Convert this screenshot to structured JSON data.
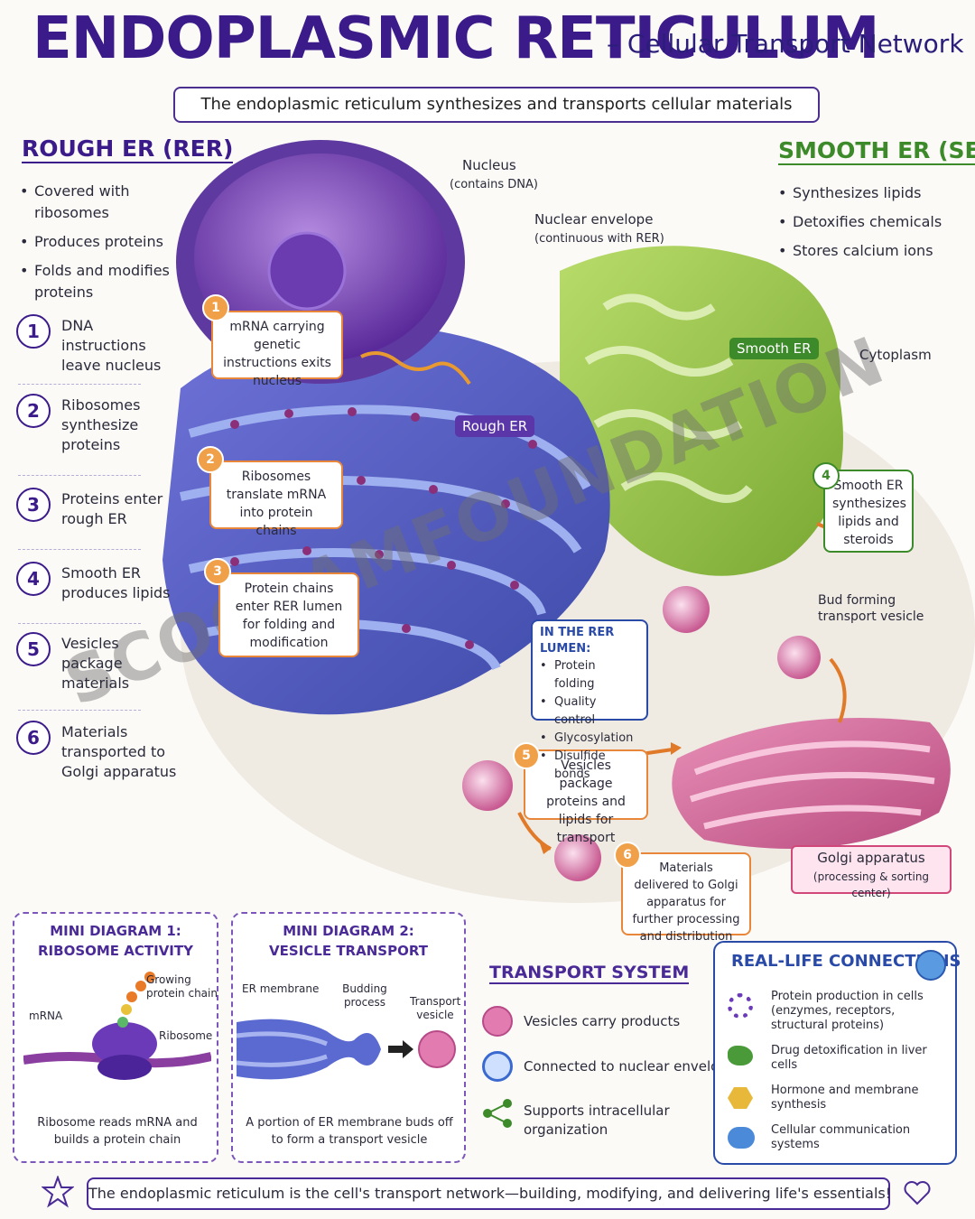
{
  "header": {
    "title": "ENDOPLASMIC RETICULUM",
    "subtitle": "– Cellular Transport Network",
    "tagline": "The endoplasmic reticulum synthesizes and transports cellular materials"
  },
  "rough_er": {
    "heading": "ROUGH ER (RER)",
    "bullets": [
      "Covered with ribosomes",
      "Produces proteins",
      "Folds and modifies proteins"
    ]
  },
  "smooth_er": {
    "heading": "SMOOTH ER (SER)",
    "bullets": [
      "Synthesizes lipids",
      "Detoxifies chemicals",
      "Stores calcium ions"
    ]
  },
  "steps": [
    {
      "num": "1",
      "text": "DNA instructions leave nucleus"
    },
    {
      "num": "2",
      "text": "Ribosomes synthesize proteins"
    },
    {
      "num": "3",
      "text": "Proteins enter rough ER"
    },
    {
      "num": "4",
      "text": "Smooth ER produces lipids"
    },
    {
      "num": "5",
      "text": "Vesicles package materials"
    },
    {
      "num": "6",
      "text": "Materials transported to Golgi apparatus"
    }
  ],
  "labels": {
    "nucleus": "Nucleus",
    "nucleus_sub": "(contains DNA)",
    "envelope": "Nuclear envelope",
    "envelope_sub": "(continuous with RER)",
    "smooth_er_tag": "Smooth ER",
    "rough_er_tag": "Rough ER",
    "cytoplasm": "Cytoplasm",
    "bud": "Bud forming transport vesicle",
    "golgi": "Golgi apparatus",
    "golgi_sub": "(processing & sorting center)"
  },
  "callouts": [
    {
      "num": "1",
      "text": "mRNA carrying genetic instructions exits nucleus"
    },
    {
      "num": "2",
      "text": "Ribosomes translate mRNA into protein chains"
    },
    {
      "num": "3",
      "text": "Protein chains enter RER lumen for folding and modification"
    },
    {
      "num": "4",
      "text": "Smooth ER synthesizes lipids and steroids"
    },
    {
      "num": "5",
      "text": "Vesicles package proteins and lipids for transport"
    },
    {
      "num": "6",
      "text": "Materials delivered to Golgi apparatus for further processing and distribution"
    }
  ],
  "lumen": {
    "heading": "IN THE RER LUMEN:",
    "items": [
      "Protein folding",
      "Quality control",
      "Glycosylation",
      "Disulfide bonds"
    ]
  },
  "watermark": "SCOOLAMFOUNDATION",
  "mini1": {
    "title_line1": "MINI DIAGRAM 1:",
    "title_line2": "RIBOSOME ACTIVITY",
    "growing": "Growing protein chain",
    "mrna": "mRNA",
    "ribosome": "Ribosome",
    "caption": "Ribosome reads mRNA and builds a protein chain"
  },
  "mini2": {
    "title_line1": "MINI DIAGRAM 2:",
    "title_line2": "VESICLE TRANSPORT",
    "membrane": "ER membrane",
    "budding": "Budding process",
    "vesicle": "Transport vesicle",
    "caption": "A portion of ER membrane buds off to form a transport vesicle"
  },
  "transport": {
    "heading": "TRANSPORT SYSTEM",
    "items": [
      "Vesicles carry products",
      "Connected to nuclear envelope",
      "Supports intracellular organization"
    ]
  },
  "real_life": {
    "heading": "REAL-LIFE CONNECTIONS",
    "items": [
      "Protein production in cells (enzymes, receptors, structural proteins)",
      "Drug detoxification in liver cells",
      "Hormone and membrane synthesis",
      "Cellular communication systems"
    ]
  },
  "footer": "The endoplasmic reticulum is the cell's transport network—building, modifying, and delivering life's essentials!",
  "colors": {
    "purple": "#3b1a8a",
    "green": "#3c8a2a",
    "orange": "#e8873a",
    "pink": "#d2477a",
    "blue": "#2a4aa8"
  }
}
